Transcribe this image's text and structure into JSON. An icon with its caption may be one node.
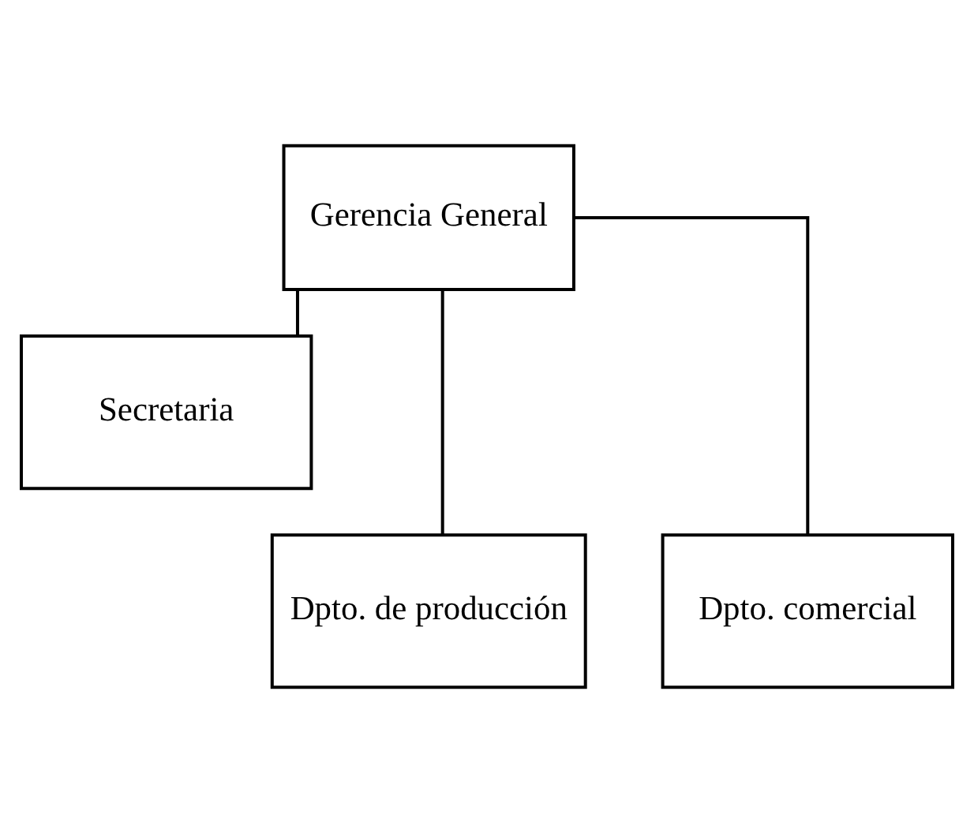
{
  "diagram": {
    "nodes": [
      {
        "text": [
          "Gerencia General"
        ]
      },
      {
        "text": [
          "Secretaria"
        ]
      },
      {
        "text": [
          "Dpto. de producción"
        ]
      },
      {
        "text": [
          "Dpto. comercial"
        ]
      }
    ],
    "edges": [
      {
        "from": 0,
        "to": 1,
        "arrow": "none"
      },
      {
        "from": 0,
        "to": 2,
        "arrow": "none"
      },
      {
        "from": 0,
        "to": 3,
        "arrow": "none"
      }
    ]
  }
}
